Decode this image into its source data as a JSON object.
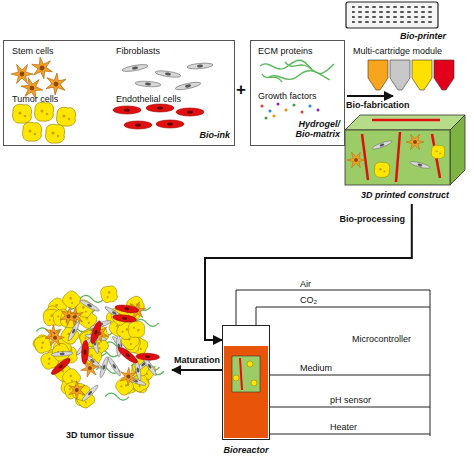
{
  "diagram": {
    "nodes": [
      {
        "text": [
          "Stem cells",
          "Fibroblasts",
          "Tumor cells",
          "Endothelial cells",
          "Bio-ink"
        ]
      },
      {
        "text": [
          "ECM proteins",
          "Growth factors",
          "Hydrogel/ Bio-matrix"
        ]
      },
      {
        "text": [
          "3D printed construct"
        ]
      },
      {
        "text": [
          "Bioreactor"
        ]
      },
      {
        "text": [
          "3D tumor tissue"
        ]
      }
    ],
    "edges": [
      {
        "from": 2,
        "to": 3,
        "arrow": "to",
        "label": "Bio-processing"
      },
      {
        "from": 3,
        "to": 4,
        "arrow": "to",
        "label": "Maturation"
      }
    ],
    "labels": [
      "+",
      "Bio-printer",
      "Multi-cartridge module",
      "Bio-fabrication",
      "Air",
      "CO₂",
      "Microcontroller",
      "Medium",
      "pH sensor",
      "Heater"
    ]
  }
}
